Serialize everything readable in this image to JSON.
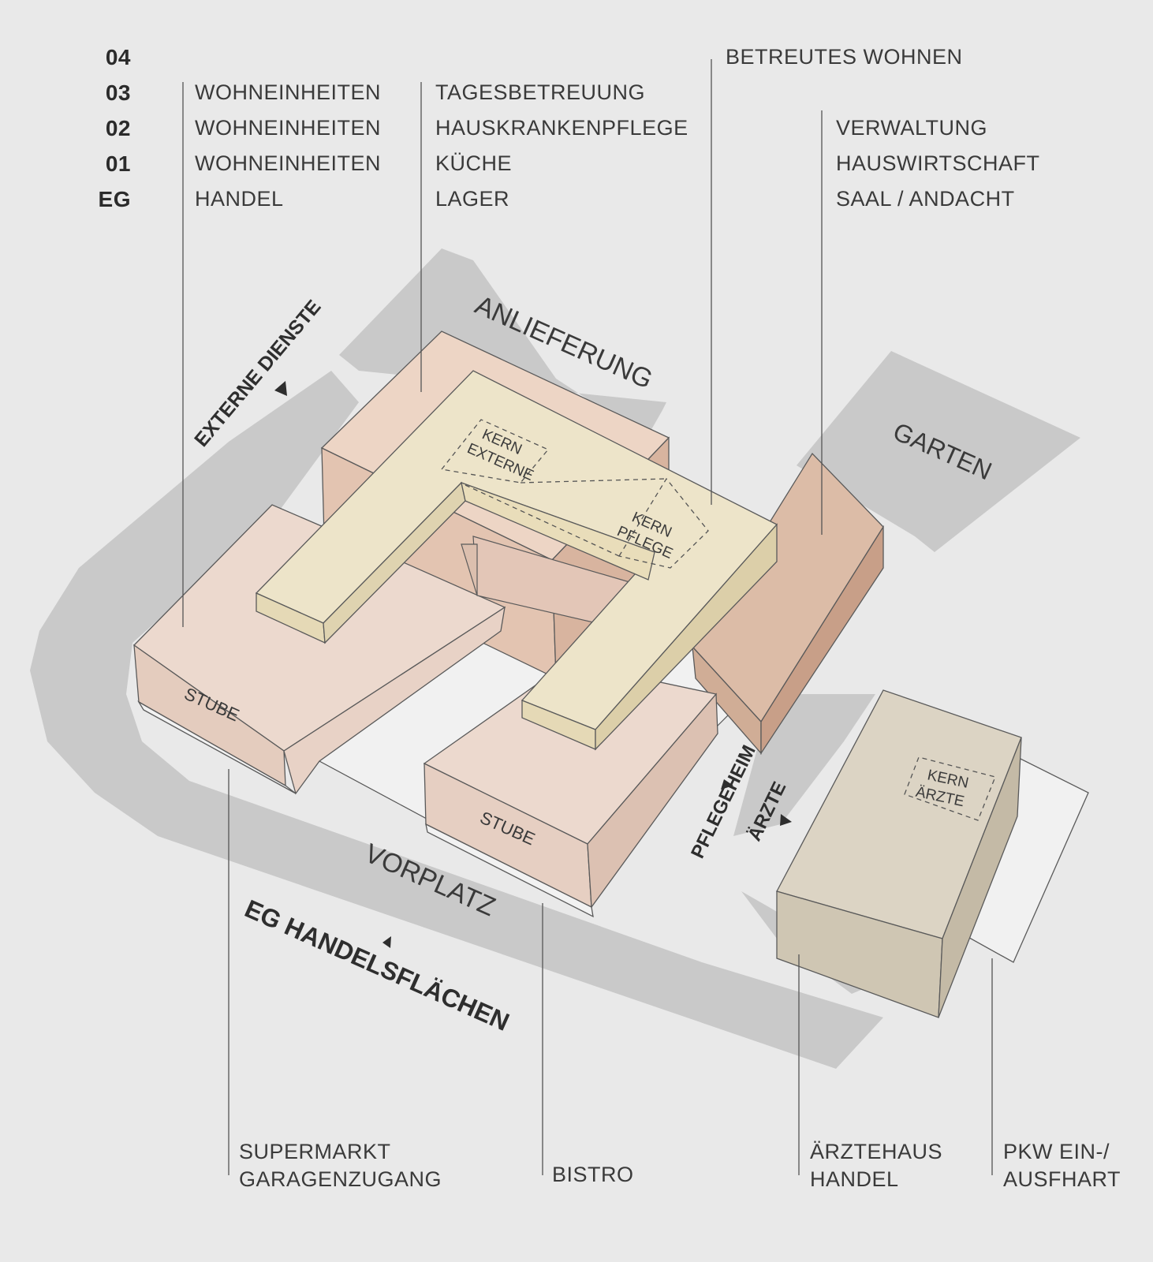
{
  "floors": [
    "04",
    "03",
    "02",
    "01",
    "EG"
  ],
  "col1": [
    "WOHNEINHEITEN",
    "WOHNEINHEITEN",
    "WOHNEINHEITEN",
    "HANDEL"
  ],
  "col2": [
    "TAGESBETREUUNG",
    "HAUSKRANKENPFLEGE",
    "KÜCHE",
    "LAGER"
  ],
  "betreutes": "BETREUTES WOHNEN",
  "col3": [
    "VERWALTUNG",
    "HAUSWIRTSCHAFT",
    "SAAL / ANDACHT"
  ],
  "areas": {
    "anlieferung": "ANLIEFERUNG",
    "garten": "GARTEN",
    "vorplatz": "VORPLATZ",
    "externe_dienste": "EXTERNE DIENSTE",
    "eg_handel": "EG HANDELSFLÄCHEN",
    "pflegeheim": "PFLEGEHEIM",
    "aerzte": "ÄRZTE"
  },
  "building": {
    "stube": "STUBE",
    "kern_externe": [
      "KERN",
      "EXTERNE"
    ],
    "kern_pflege": [
      "KERN",
      "PFLEGE"
    ],
    "kern_aerzte": [
      "KERN",
      "ÄRZTE"
    ]
  },
  "bottom": {
    "supermarkt": [
      "SUPERMARKT",
      "GARAGENZUGANG"
    ],
    "bistro": "BISTRO",
    "aerztehaus": [
      "ÄRZTEHAUS",
      "HANDEL"
    ],
    "pkw": [
      "PKW EIN-/",
      "AUSFHART"
    ]
  },
  "colors": {
    "background": "#e9e9e9",
    "road": "#c9c9c9",
    "courtyard": "#f1f1f1",
    "upper_block": "#ece3c9",
    "wing_block": "#ecd8cc",
    "north_block": "#e7cab7",
    "east_block": "#dbbba5",
    "doctors_block": "#d9d2c3",
    "text": "#3a3a3a"
  }
}
